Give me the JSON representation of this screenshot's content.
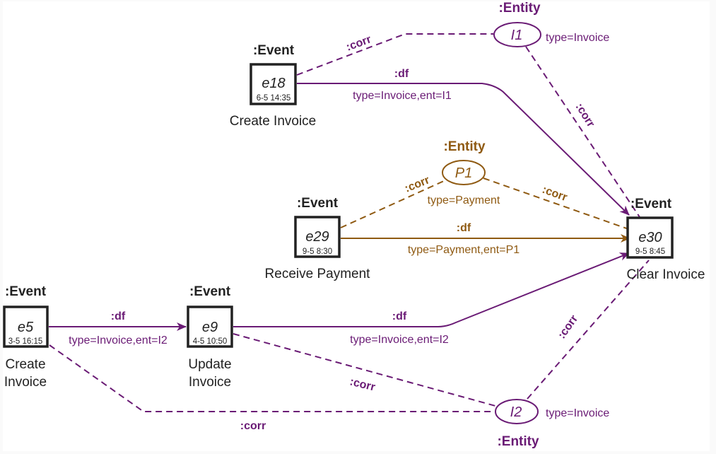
{
  "colors": {
    "invoice": "#6a1b75",
    "payment": "#8f5a12",
    "event_border": "#222222"
  },
  "events": [
    {
      "key": "e18",
      "header": ":Event",
      "id": "e18",
      "time": "6-5 14:35",
      "label_lines": [
        "Create Invoice"
      ]
    },
    {
      "key": "e29",
      "header": ":Event",
      "id": "e29",
      "time": "9-5 8:30",
      "label_lines": [
        "Receive Payment"
      ]
    },
    {
      "key": "e30",
      "header": ":Event",
      "id": "e30",
      "time": "9-5 8:45",
      "label_lines": [
        "Clear Invoice"
      ]
    },
    {
      "key": "e5",
      "header": ":Event",
      "id": "e5",
      "time": "3-5 16:15",
      "label_lines": [
        "Create",
        "Invoice"
      ]
    },
    {
      "key": "e9",
      "header": ":Event",
      "id": "e9",
      "time": "4-5 10:50",
      "label_lines": [
        "Update",
        "Invoice"
      ]
    }
  ],
  "entities": [
    {
      "key": "I1",
      "header": ":Entity",
      "id": "I1",
      "type": "type=Invoice",
      "color_key": "invoice"
    },
    {
      "key": "P1",
      "header": ":Entity",
      "id": "P1",
      "type": "type=Payment",
      "color_key": "payment"
    },
    {
      "key": "I2",
      "header": ":Entity",
      "id": "I2",
      "type": "type=Invoice",
      "color_key": "invoice"
    }
  ],
  "edges": {
    "df_e18_e30": {
      "kind": ":df",
      "attrs": "type=Invoice,ent=I1",
      "from": "e18",
      "to": "e30"
    },
    "df_e29_e30": {
      "kind": ":df",
      "attrs": "type=Payment,ent=P1",
      "from": "e29",
      "to": "e30"
    },
    "df_e5_e9": {
      "kind": ":df",
      "attrs": "type=Invoice,ent=I2",
      "from": "e5",
      "to": "e9"
    },
    "df_e9_e30": {
      "kind": ":df",
      "attrs": "type=Invoice,ent=I2",
      "from": "e9",
      "to": "e30"
    },
    "corr_e18_I1": {
      "kind": ":corr",
      "from": "e18",
      "to": "I1"
    },
    "corr_I1_e30": {
      "kind": ":corr",
      "from": "I1",
      "to": "e30"
    },
    "corr_e29_P1": {
      "kind": ":corr",
      "from": "e29",
      "to": "P1"
    },
    "corr_P1_e30": {
      "kind": ":corr",
      "from": "P1",
      "to": "e30"
    },
    "corr_e9_I2": {
      "kind": ":corr",
      "from": "e9",
      "to": "I2"
    },
    "corr_e5_I2": {
      "kind": ":corr",
      "from": "e5",
      "to": "I2"
    },
    "corr_I2_e30": {
      "kind": ":corr",
      "from": "I2",
      "to": "e30"
    }
  }
}
